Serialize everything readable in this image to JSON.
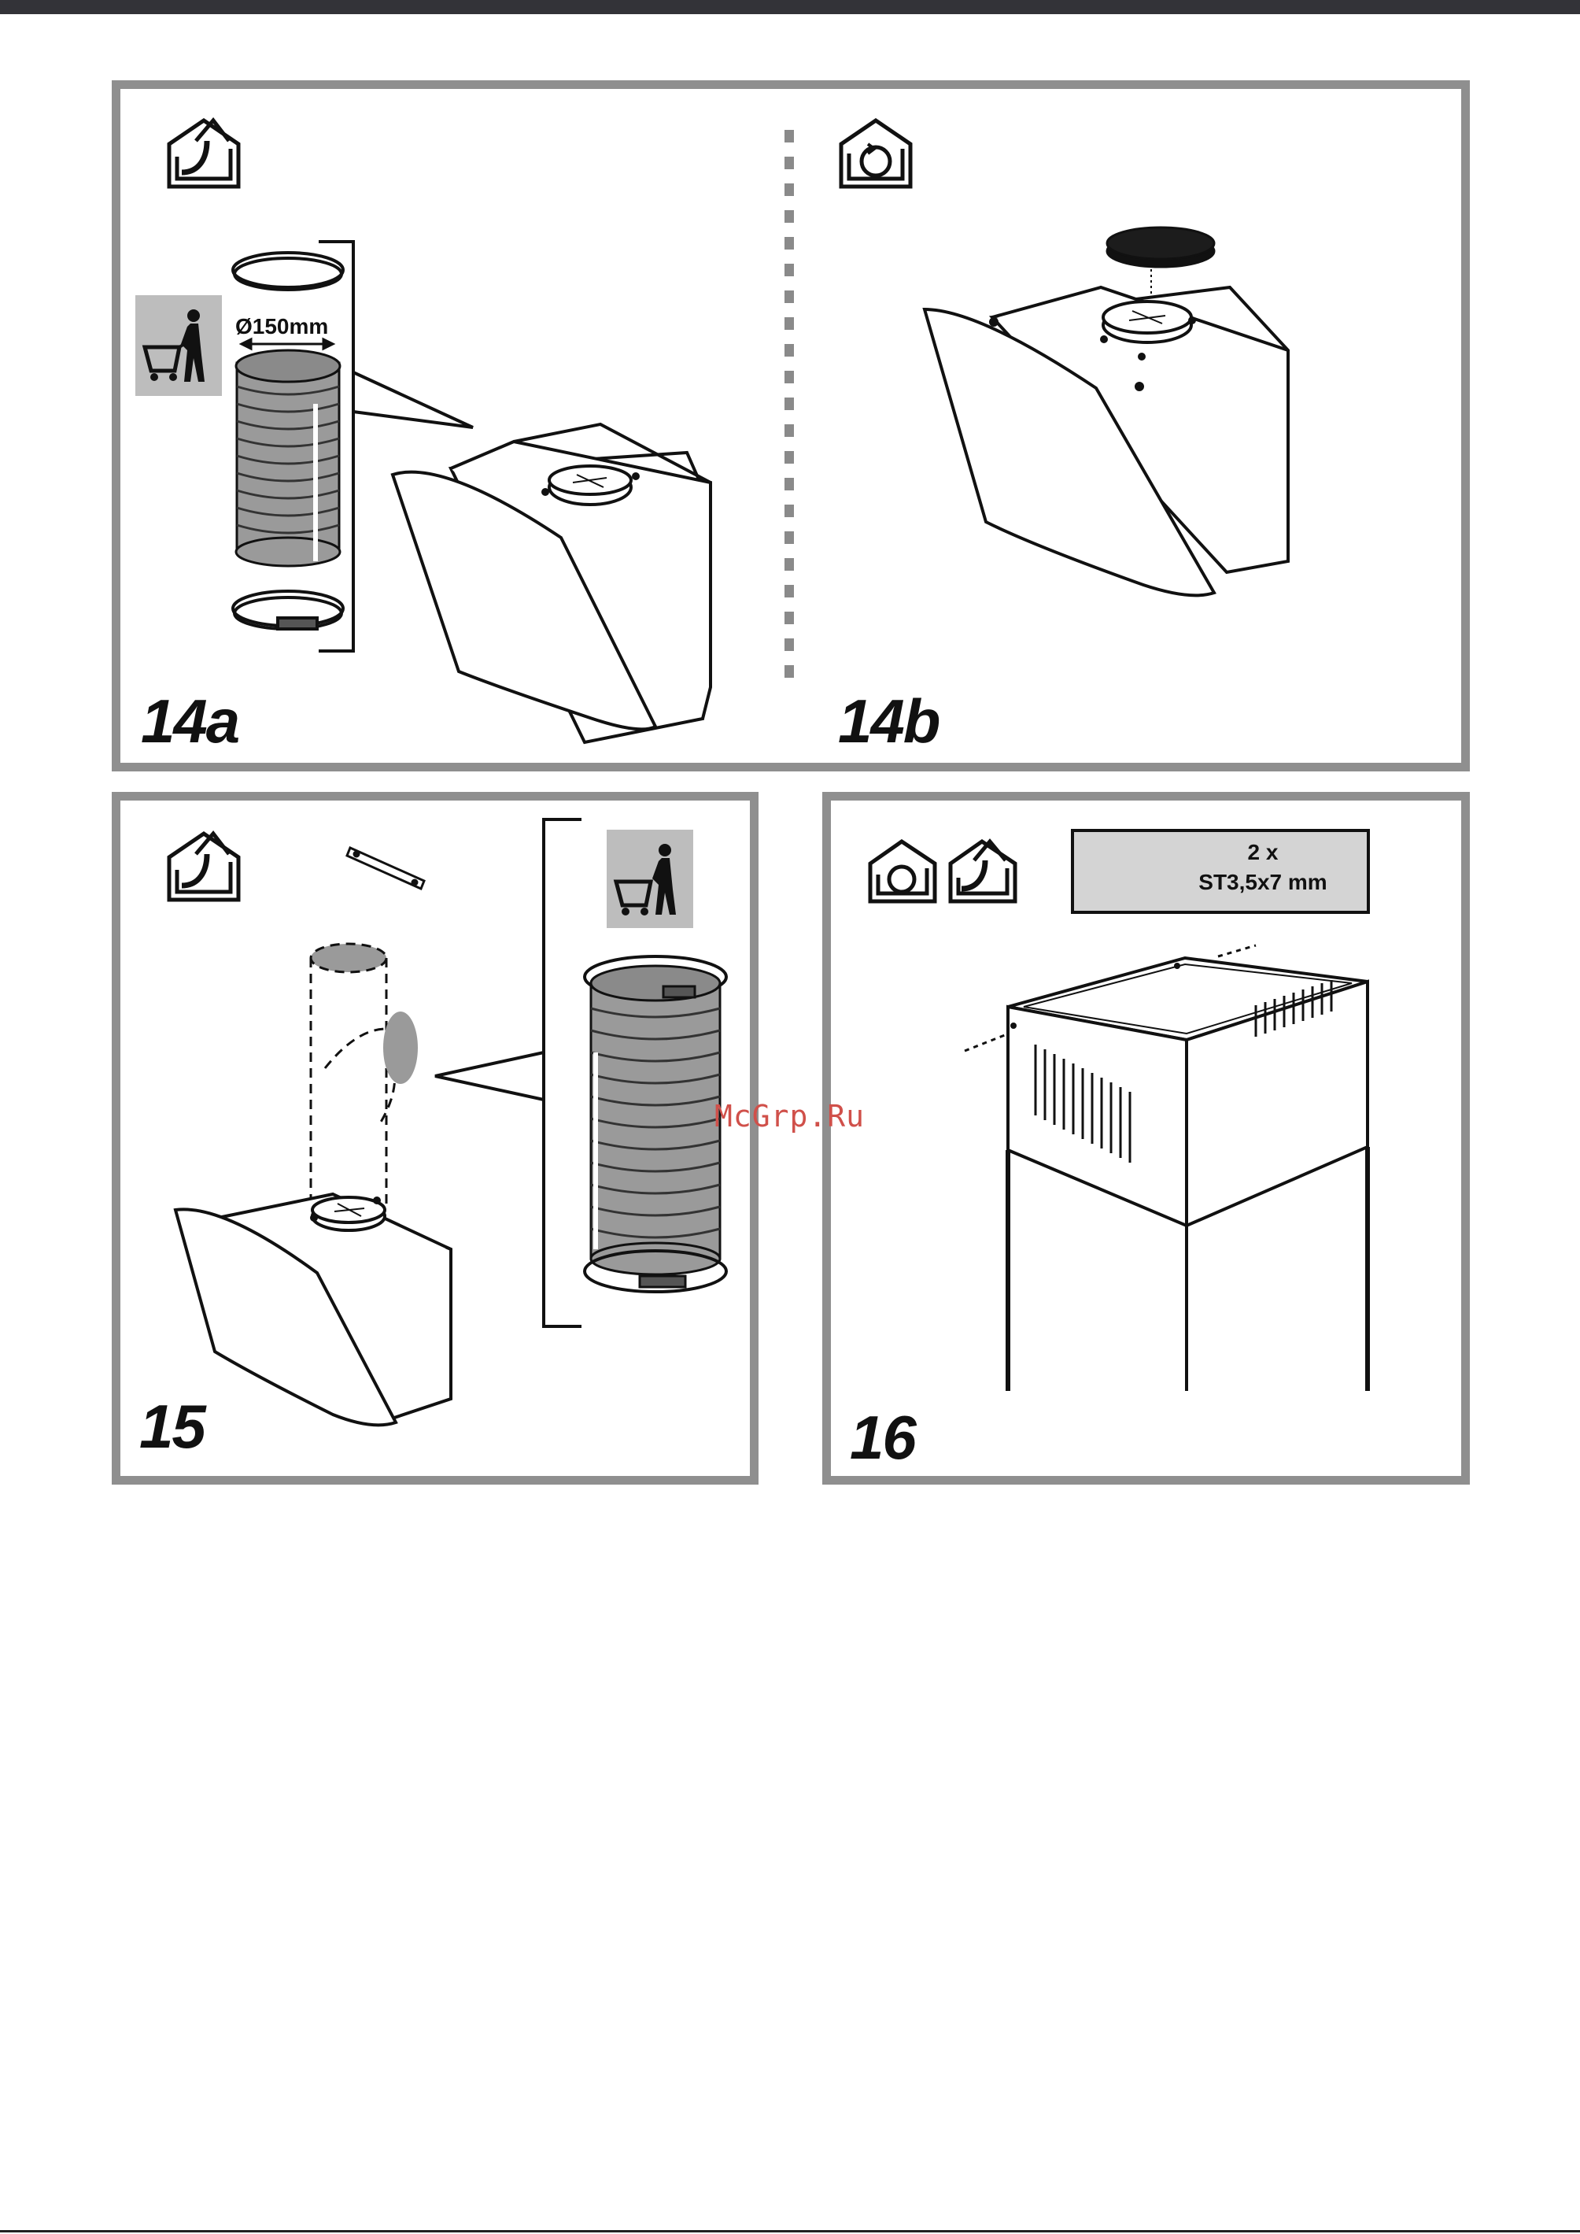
{
  "panels": {
    "p14a": {
      "step": "14a",
      "duct_diameter": "Ø150mm"
    },
    "p14b": {
      "step": "14b"
    },
    "p15": {
      "step": "15"
    },
    "p16": {
      "step": "16",
      "screw_qty": "2 x",
      "screw_spec": "ST3,5x7 mm"
    }
  },
  "watermark": "McGrp.Ru",
  "icons": {
    "ducted": "ducted-mode-icon",
    "recirculation": "recirculation-mode-icon",
    "shopping": "purchase-separately-icon",
    "screw": "screw-icon"
  },
  "colors": {
    "panel_border": "#8f8f8f",
    "top_bar": "#333338",
    "shaded_box": "#bdbdbd",
    "duct": "#9a9a9a"
  }
}
